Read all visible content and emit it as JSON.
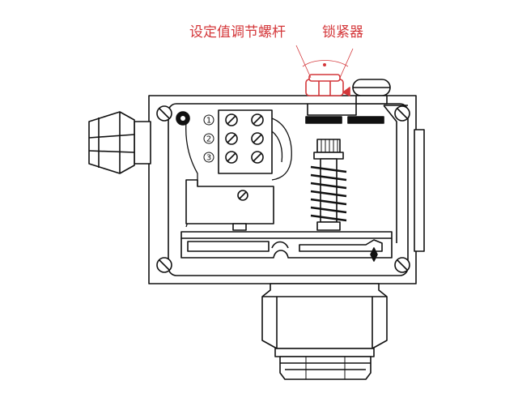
{
  "labels": {
    "setpoint_screw": "设定值调节螺杆",
    "locknut": "锁紧器"
  },
  "terminals": [
    "1",
    "2",
    "3"
  ],
  "colors": {
    "callout": "#d4373a",
    "line": "#111111",
    "fill": "#ffffff",
    "shade": "#e6e6e6"
  }
}
